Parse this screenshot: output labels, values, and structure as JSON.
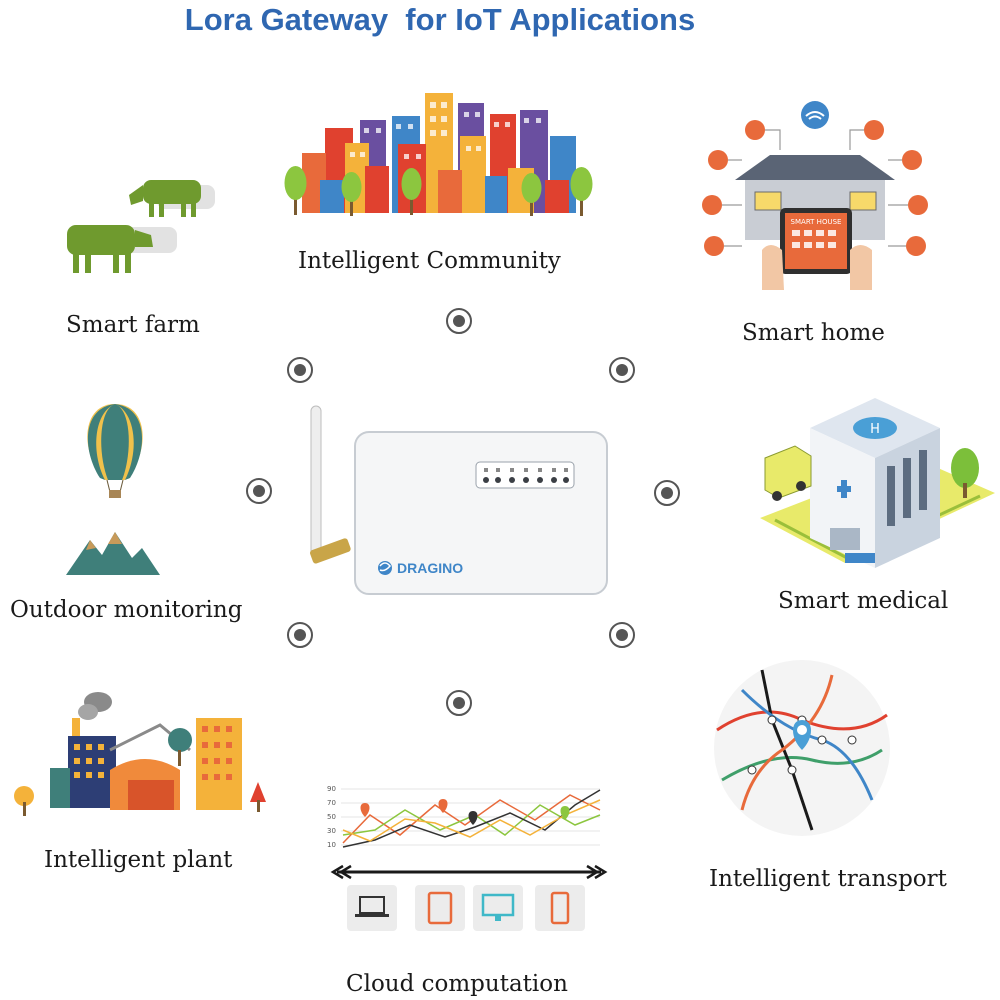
{
  "title": "Lora Gateway  for IoT Applications",
  "nodes": {
    "intelligent_community": "Intelligent Community",
    "smart_farm": "Smart farm",
    "smart_home": "Smart home",
    "outdoor_monitoring": "Outdoor monitoring",
    "smart_medical": "Smart medical",
    "intelligent_plant": "Intelligent plant",
    "intelligent_transport": "Intelligent transport",
    "cloud_computation": "Cloud computation"
  },
  "gateway": {
    "brand": "DRAGINO"
  },
  "smart_home_screen": "SMART HOUSE",
  "chart_ticks": [
    "90",
    "70",
    "50",
    "30",
    "10"
  ],
  "colors": {
    "title": "#2f67b1",
    "brand": "#3f86c8",
    "cow": "#6f9a2e",
    "orange": "#e86a3b"
  },
  "icons": [
    "wifi-icon",
    "radio-target-icon",
    "laptop-icon",
    "tablet-icon",
    "monitor-icon",
    "phone-icon",
    "map-pin-icon"
  ]
}
